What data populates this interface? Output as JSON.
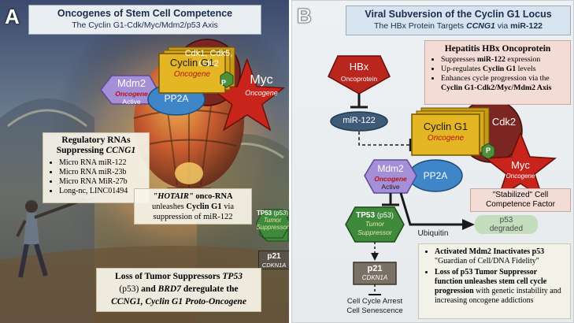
{
  "panel_a": {
    "letter": "A",
    "title": "Oncogenes of Stem Cell Competence",
    "subtitle": "The Cyclin G1-Cdk/Myc/Mdm2/p53 Axis",
    "cdk_label_1": "Cdk1, Cdk5,",
    "cdk_label_2": "Cdk2",
    "cyclin_label": "Cyclin G1",
    "cyclin_sub": "Oncogene",
    "myc_label": "Myc",
    "myc_sub": "Oncogene",
    "mdm2_label": "Mdm2",
    "mdm2_sub1": "Oncogene",
    "mdm2_sub2": "Active",
    "pp2a_label": "PP2A",
    "p_label": "P",
    "rna_heading_1": "Regulatory RNAs",
    "rna_heading_2": "Suppressing",
    "rna_heading_gene": "CCNG1",
    "rna_items": [
      "Micro RNA miR-122",
      "Micro RNA miR-23b",
      "Micro RNA MiR-27b",
      "Long-nc, LINC01494"
    ],
    "hotair_name": "\"HOTAIR\"",
    "hotair_rest": " onco-RNA",
    "hotair_line2a": "unleashes ",
    "hotair_line2b": "Cyclin G1",
    "hotair_line2c": " via",
    "hotair_line3": "suppression of miR-122",
    "tp53_label": "TP53",
    "tp53_small": "(p53)",
    "tp53_sub1": "Tumor",
    "tp53_sub2": "Suppressor",
    "p21_label": "p21",
    "p21_sub": "CDKN1A",
    "bottom_1a": "Loss of Tumor Suppressors ",
    "bottom_1b": "TP53",
    "bottom_2a": "(p53)",
    "bottom_2b": " and ",
    "bottom_2c": "BRD7",
    "bottom_2d": " deregulate the",
    "bottom_3": "CCNG1, Cyclin G1 Proto-Oncogene"
  },
  "panel_b": {
    "letter": "B",
    "title": "Viral Subversion of the Cyclin G1 Locus",
    "subtitle_a": "The HBx Protein Targets ",
    "subtitle_b": "CCNG1",
    "subtitle_c": " via ",
    "subtitle_d": "miR-122",
    "hbx_label": "HBx",
    "hbx_sub": "Oncoprotein",
    "hbx_box_title": "Hepatitis HBx Oncoprotein",
    "hbx_items": [
      {
        "a": "Suppresses ",
        "b": "miR-122",
        "c": " expression"
      },
      {
        "a": "Up-regulates ",
        "b": "Cyclin G1",
        "c": " levels"
      },
      {
        "a": "Enhances cycle progression via the",
        "b": "",
        "c": ""
      }
    ],
    "hbx_item_last": "Cyclin G1-Cdk2/Myc/Mdm2 Axis",
    "mir_label": "miR-122",
    "cyclin_label": "Cyclin G1",
    "cyclin_sub": "Oncogene",
    "cdk2_label": "Cdk2",
    "p_label": "P",
    "myc_label": "Myc",
    "myc_sub": "Oncogene",
    "mdm2_label": "Mdm2",
    "mdm2_sub1": "Oncogene",
    "mdm2_sub2": "Active",
    "pp2a_label": "PP2A",
    "stabilized_1": "\"Stabilized\" Cell",
    "stabilized_2": "Competence Factor",
    "tp53_label": "TP53",
    "tp53_small": "(p53)",
    "tp53_sub1": "Tumor",
    "tp53_sub2": "Suppressor",
    "ubiquitin": "Ubiquitin",
    "p53_degraded_1": "p53",
    "p53_degraded_2": "degraded",
    "p21_label": "p21",
    "p21_sub": "CDKN1A",
    "arrest_1": "Cell Cycle Arrest",
    "arrest_2": "Cell Senescence",
    "bullet1_a": "Activated Mdm2",
    "bullet1_b": " Inactivates p53",
    "bullet1_c": "\"Guardian of Cell/DNA Fidelity\"",
    "bullet2_a": "Loss of p53 Tumor Suppressor function unleashes stem cell cycle progression",
    "bullet2_b": " with genetic instability and increasing oncogene addictions"
  }
}
